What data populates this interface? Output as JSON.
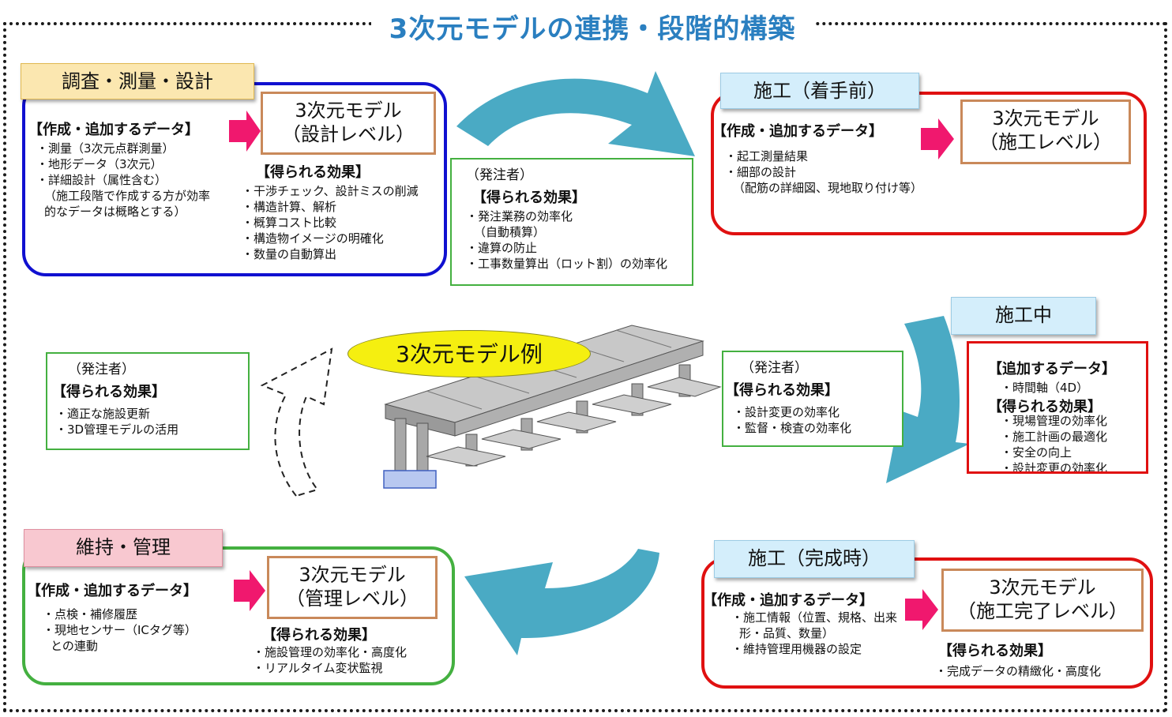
{
  "title": "3次元モデルの連携・段階的構築",
  "center_label": "3次元モデル例",
  "stage_design": {
    "tag": "調査・測量・設計",
    "data_heading": "【作成・追加するデータ】",
    "data_items": [
      "・測量（3次元点群測量）",
      "・地形データ（3次元）",
      "・詳細設計（属性含む）",
      "（施工段階で作成する方が効率",
      "的なデータは概略とする）"
    ],
    "model_line1": "3次元モデル",
    "model_line2": "（設計レベル）",
    "effects_heading": "【得られる効果】",
    "effects_items": [
      "・干渉チェック、設計ミスの削減",
      "・構造計算、解析",
      "・概算コスト比較",
      "・構造物イメージの明確化",
      "・数量の自動算出"
    ]
  },
  "owner_design": {
    "label": "（発注者）",
    "heading": "【得られる効果】",
    "items": [
      "・発注業務の効率化",
      "（自動積算）",
      "・違算の防止",
      "・工事数量算出（ロット割）の効率化"
    ]
  },
  "stage_pre": {
    "tag": "施工（着手前）",
    "data_heading": "【作成・追加するデータ】",
    "data_items": [
      "・起工測量結果",
      "・細部の設計",
      "（配筋の詳細図、現地取り付け等）"
    ],
    "model_line1": "3次元モデル",
    "model_line2": "（施工レベル）"
  },
  "stage_during": {
    "tag": "施工中",
    "data_heading": "【追加するデータ】",
    "data_items": [
      "・時間軸（4D）"
    ],
    "effects_heading": "【得られる効果】",
    "effects_items": [
      "・現場管理の効率化",
      "・施工計画の最適化",
      "・安全の向上",
      "・設計変更の効率化"
    ]
  },
  "owner_during": {
    "label": "（発注者）",
    "heading": "【得られる効果】",
    "items": [
      "・設計変更の効率化",
      "・監督・検査の効率化"
    ]
  },
  "owner_maint": {
    "label": "（発注者）",
    "heading": "【得られる効果】",
    "items": [
      "・適正な施設更新",
      "・3D管理モデルの活用"
    ]
  },
  "stage_maint": {
    "tag": "維持・管理",
    "data_heading": "【作成・追加するデータ】",
    "data_items": [
      "・点検・補修履歴",
      "・現地センサー（ICタグ等）",
      "との連動"
    ],
    "model_line1": "3次元モデル",
    "model_line2": "（管理レベル）",
    "effects_heading": "【得られる効果】",
    "effects_items": [
      "・施設管理の効率化・高度化",
      "・リアルタイム変状監視"
    ]
  },
  "stage_complete": {
    "tag": "施工（完成時）",
    "data_heading": "【作成・追加するデータ】",
    "data_items": [
      "・施工情報（位置、規格、出来",
      "形・品質、数量）",
      "・維持管理用機器の設定"
    ],
    "model_line1": "3次元モデル",
    "model_line2": "（施工完了レベル）",
    "effects_heading": "【得られる効果】",
    "effects_items": [
      "・完成データの精緻化・高度化"
    ]
  },
  "colors": {
    "title": "#2a7fc0",
    "design_border": "#1010d0",
    "construction_border": "#e01010",
    "maint_border": "#44b040",
    "flow_arrow": "#4aaac4",
    "pink_arrow": "#f0186e",
    "tag_design": "#fbe7b0",
    "tag_construction": "#d4eefb",
    "tag_maint": "#f8c8d0",
    "ellipse": "#f5ef10"
  }
}
